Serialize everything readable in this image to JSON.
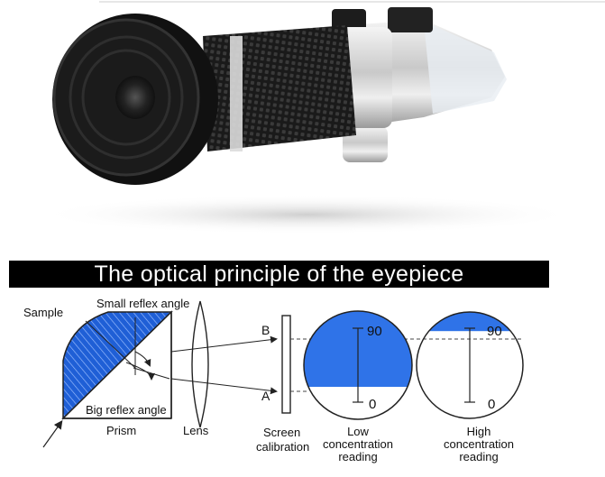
{
  "banner": {
    "title": "The optical principle of the eyepiece"
  },
  "diagram": {
    "labels": {
      "sample": "Sample",
      "small_reflex": "Small reflex angle",
      "big_reflex": "Big reflex angle",
      "prism": "Prism",
      "lens": "Lens",
      "screen_line1": "Screen",
      "screen_line2": "calibration",
      "point_b": "B",
      "point_a": "A"
    },
    "low_reading": {
      "scale_max": "90",
      "scale_min": "0",
      "caption_line1": "Low",
      "caption_line2": "concentration",
      "caption_line3": "reading",
      "fill_fraction": 0.7
    },
    "high_reading": {
      "scale_max": "90",
      "scale_min": "0",
      "caption_line1": "High",
      "caption_line2": "concentration",
      "caption_line3": "reading",
      "fill_fraction": 0.18
    },
    "colors": {
      "sample_fill": "#1f5fd6",
      "reading_fill": "#2f73e8",
      "line": "#222222"
    }
  }
}
